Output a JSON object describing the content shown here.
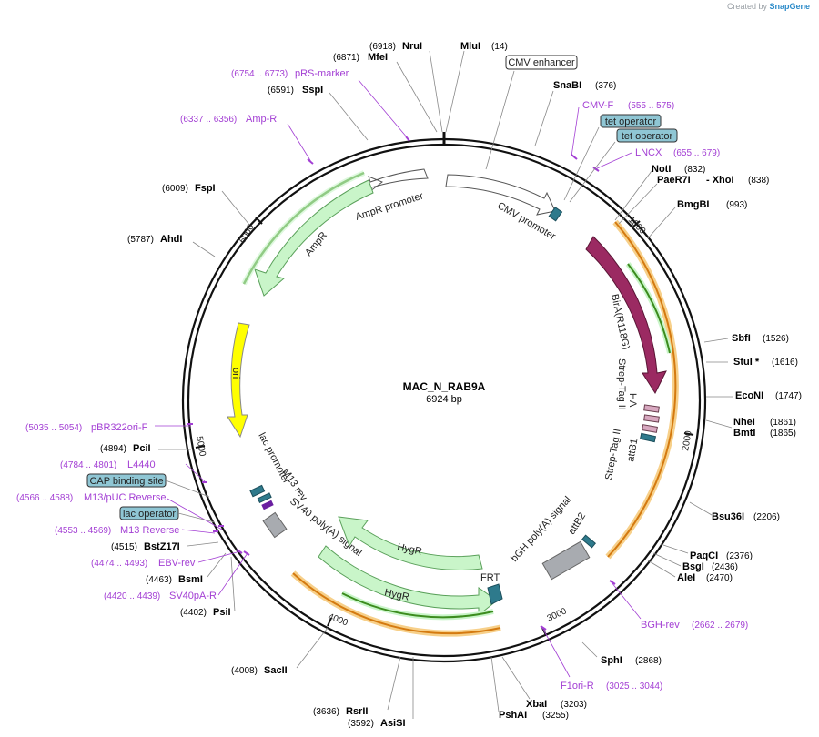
{
  "credit": {
    "prefix": "Created by",
    "brand": "SnapGene"
  },
  "map": {
    "title": "MAC_N_RAB9A",
    "size_label": "6924 bp",
    "length": 6924,
    "tick_labels": [
      "1000",
      "2000",
      "3000",
      "4000",
      "5000",
      "6000"
    ]
  },
  "restriction_sites": [
    {
      "name": "NruI",
      "pos": "(6918)"
    },
    {
      "name": "MluI",
      "pos": "(14)"
    },
    {
      "name": "MfeI",
      "pos": "(6871)"
    },
    {
      "name": "SspI",
      "pos": "(6591)"
    },
    {
      "name": "SnaBI",
      "pos": "(376)"
    },
    {
      "name": "NotI",
      "pos": "(832)"
    },
    {
      "name": "PaeR7I",
      "pos": ""
    },
    {
      "name": "- XhoI",
      "pos": "(838)"
    },
    {
      "name": "BmgBI",
      "pos": "(993)"
    },
    {
      "name": "FspI",
      "pos": "(6009)"
    },
    {
      "name": "AhdI",
      "pos": "(5787)"
    },
    {
      "name": "SbfI",
      "pos": "(1526)"
    },
    {
      "name": "StuI *",
      "pos": "(1616)"
    },
    {
      "name": "EcoNI",
      "pos": "(1747)"
    },
    {
      "name": "NheI",
      "pos": "(1861)"
    },
    {
      "name": "BmtI",
      "pos": "(1865)"
    },
    {
      "name": "PciI",
      "pos": "(4894)"
    },
    {
      "name": "Bsu36I",
      "pos": "(2206)"
    },
    {
      "name": "PaqCI",
      "pos": "(2376)"
    },
    {
      "name": "BsgI",
      "pos": "(2436)"
    },
    {
      "name": "AleI",
      "pos": "(2470)"
    },
    {
      "name": "BstZ17I",
      "pos": "(4515)"
    },
    {
      "name": "BsmI",
      "pos": "(4463)"
    },
    {
      "name": "PsiI",
      "pos": "(4402)"
    },
    {
      "name": "SphI",
      "pos": "(2868)"
    },
    {
      "name": "SacII",
      "pos": "(4008)"
    },
    {
      "name": "XbaI",
      "pos": "(3203)"
    },
    {
      "name": "RsrII",
      "pos": "(3636)"
    },
    {
      "name": "AsiSI",
      "pos": "(3592)"
    },
    {
      "name": "PshAI",
      "pos": "(3255)"
    }
  ],
  "primers": [
    {
      "name": "pRS-marker",
      "pos": "(6754 .. 6773)"
    },
    {
      "name": "Amp-R",
      "pos": "(6337 .. 6356)"
    },
    {
      "name": "CMV-F",
      "pos": "(555 .. 575)"
    },
    {
      "name": "LNCX",
      "pos": "(655 .. 679)"
    },
    {
      "name": "pBR322ori-F",
      "pos": "(5035 .. 5054)"
    },
    {
      "name": "L4440",
      "pos": "(4784 .. 4801)"
    },
    {
      "name": "M13/pUC Reverse",
      "pos": "(4566 .. 4588)"
    },
    {
      "name": "M13 Reverse",
      "pos": "(4553 .. 4569)"
    },
    {
      "name": "EBV-rev",
      "pos": "(4474 .. 4493)"
    },
    {
      "name": "SV40pA-R",
      "pos": "(4420 .. 4439)"
    },
    {
      "name": "BGH-rev",
      "pos": "(2662 .. 2679)"
    },
    {
      "name": "F1ori-R",
      "pos": "(3025 .. 3044)"
    }
  ],
  "boxed_labels": [
    {
      "name": "CMV enhancer",
      "fill": "#ffffff"
    },
    {
      "name": "tet operator",
      "fill": "#8fc6d4"
    },
    {
      "name": "tet operator",
      "fill": "#8fc6d4"
    },
    {
      "name": "CAP binding site",
      "fill": "#8fc6d4"
    },
    {
      "name": "lac operator",
      "fill": "#8fc6d4"
    }
  ],
  "features": [
    {
      "name": "CMV promoter",
      "color": "#ffffff"
    },
    {
      "name": "AmpR promoter",
      "color": "#ffffff"
    },
    {
      "name": "AmpR",
      "color": "#c9f5c9"
    },
    {
      "name": "ori",
      "color": "#ffff00"
    },
    {
      "name": "BirA(R118G)",
      "color": "#9b2a62"
    },
    {
      "name": "Strep-Tag II",
      "color": "#d8a8c0"
    },
    {
      "name": "HA",
      "color": "#d8a8c0"
    },
    {
      "name": "Strep-Tag II",
      "color": "#d8a8c0"
    },
    {
      "name": "attB1",
      "color": "#2e7a8c"
    },
    {
      "name": "lac promoter",
      "color": "#ffffff"
    },
    {
      "name": "M13 rev",
      "color": "#2e7a8c"
    },
    {
      "name": "SV40 poly(A) signal",
      "color": "#a8abb0"
    },
    {
      "name": "HygR",
      "color": "#c9f5c9"
    },
    {
      "name": "HygR",
      "color": "#c9f5c9"
    },
    {
      "name": "FRT",
      "color": "#2e7a8c"
    },
    {
      "name": "bGH poly(A) signal",
      "color": "#a8abb0"
    },
    {
      "name": "attB2",
      "color": "#2e7a8c"
    }
  ],
  "colors": {
    "primer": "#a33fd4",
    "orf_orange": "#f0a030",
    "orf_green": "#3c8c1e",
    "backbone": "#111111"
  }
}
